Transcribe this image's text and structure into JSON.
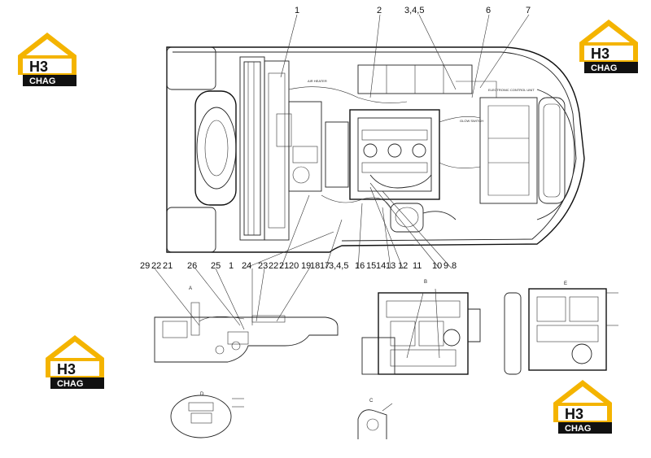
{
  "callouts_top": [
    "1",
    "2",
    "3,4,5",
    "6",
    "7"
  ],
  "callouts_bottom_row1": [
    "29",
    "22",
    "21",
    "26",
    "25",
    "1",
    "24",
    "23",
    "22",
    "21",
    "20",
    "19",
    "18",
    "17",
    "3,4,5",
    "16",
    "15",
    "14",
    "13",
    "12",
    "11",
    "10",
    "9",
    "8"
  ],
  "view_labels": [
    "A",
    "B",
    "C",
    "D",
    "E"
  ],
  "component_labels": {
    "air_heater": "AIR HEATER",
    "glow_switch": "GLOW SWITCH",
    "elec_control": "ELECTRONIC CONTROL UNIT"
  },
  "logo": {
    "mark": "H3",
    "brand": "CHAG",
    "colors": {
      "roof": "#f4b400",
      "text_bg": "#111111",
      "plate": "#ffffff"
    }
  }
}
